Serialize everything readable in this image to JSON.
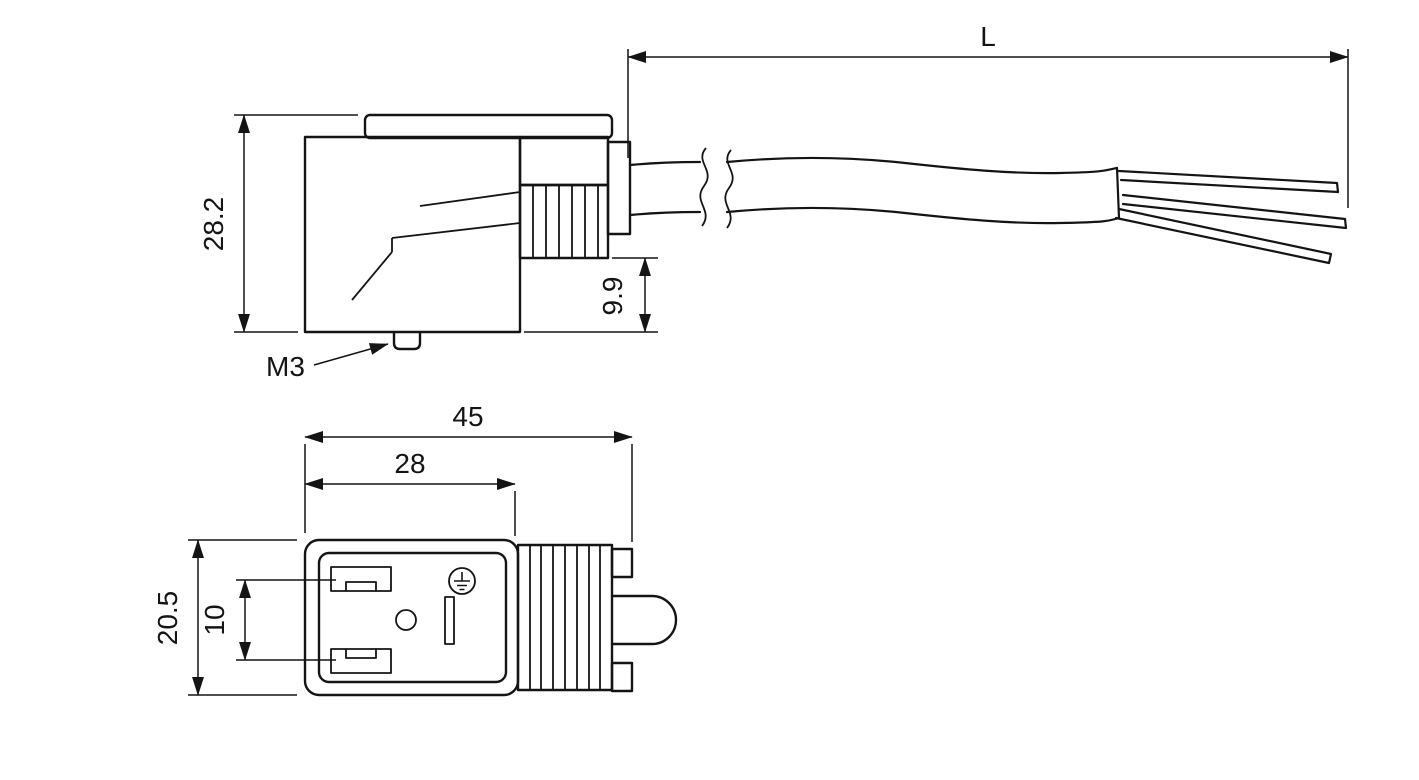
{
  "drawing": {
    "background": "#ffffff",
    "line_color": "#141414",
    "side_view": {
      "dim_height": "28.2",
      "dim_cable_length": "L",
      "dim_cable_axis_offset": "9.9",
      "screw_label": "M3"
    },
    "top_view": {
      "dim_overall_width": "45",
      "dim_housing_width": "28",
      "dim_overall_depth": "20.5",
      "dim_contact_spacing": "10"
    }
  }
}
